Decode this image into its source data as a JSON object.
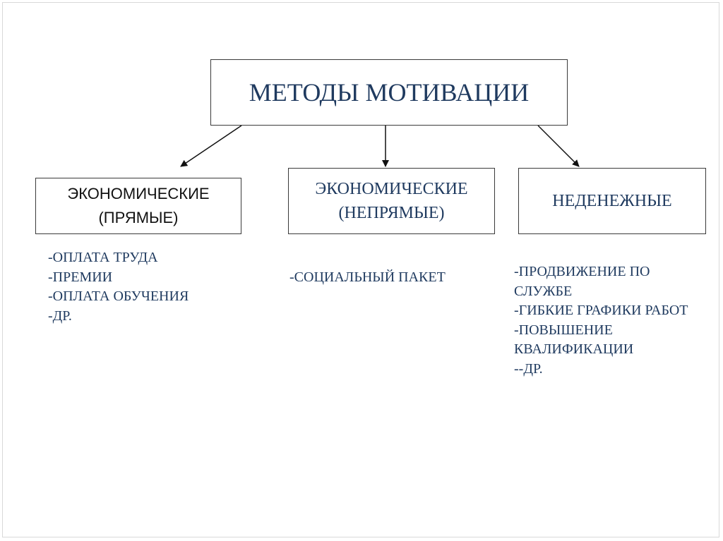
{
  "diagram": {
    "root": {
      "title": "МЕТОДЫ МОТИВАЦИИ"
    },
    "categories": [
      {
        "line1": "ЭКОНОМИЧЕСКИЕ",
        "line2": "(ПРЯМЫЕ)",
        "items": [
          "-ОПЛАТА ТРУДА",
          "-ПРЕМИИ",
          "-ОПЛАТА ОБУЧЕНИЯ",
          "-ДР."
        ]
      },
      {
        "line1": "ЭКОНОМИЧЕСКИЕ",
        "line2": "(НЕПРЯМЫЕ)",
        "items": [
          "-СОЦИАЛЬНЫЙ ПАКЕТ"
        ]
      },
      {
        "line1": "НЕДЕНЕЖНЫЕ",
        "items": [
          "-ПРОДВИЖЕНИЕ ПО",
          "СЛУЖБЕ",
          "-ГИБКИЕ ГРАФИКИ РАБОТ",
          "-ПОВЫШЕНИЕ",
          "КВАЛИФИКАЦИИ",
          "--ДР."
        ]
      }
    ]
  },
  "colors": {
    "text_blue": "#1f3a5f",
    "border": "#3a3a3a",
    "arrow": "#111111"
  }
}
